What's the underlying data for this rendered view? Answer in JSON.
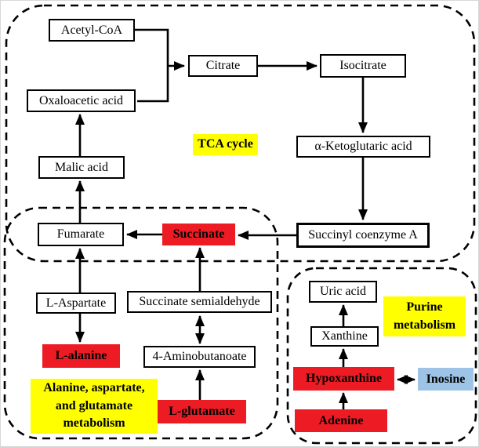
{
  "title": "Metabolic pathway diagram",
  "colors": {
    "red": "#ed1c24",
    "yellow": "#ffff00",
    "blue": "#9dc3e6",
    "black": "#000000"
  },
  "region_labels": {
    "tca": {
      "label": "TCA cycle"
    },
    "aag": {
      "label": "Alanine, aspartate,\nand glutamate\nmetabolism"
    },
    "purine": {
      "label": "Purine\nmetabolism"
    }
  },
  "nodes": {
    "acetyl_coa": {
      "label": "Acetyl-CoA",
      "highlight": "none"
    },
    "citrate": {
      "label": "Citrate",
      "highlight": "none"
    },
    "isocitrate": {
      "label": "Isocitrate",
      "highlight": "none"
    },
    "oxaloacetic_acid": {
      "label": "Oxaloacetic acid",
      "highlight": "none"
    },
    "alpha_ketoglutaric_acid": {
      "label": "α-Ketoglutaric acid",
      "highlight": "none"
    },
    "malic_acid": {
      "label": "Malic acid",
      "highlight": "none"
    },
    "fumarate": {
      "label": "Fumarate",
      "highlight": "none"
    },
    "succinate": {
      "label": "Succinate",
      "highlight": "red"
    },
    "succinyl_coenzyme_a": {
      "label": "Succinyl coenzyme A",
      "highlight": "none"
    },
    "l_aspartate": {
      "label": "L-Aspartate",
      "highlight": "none"
    },
    "succinate_semialdehyde": {
      "label": "Succinate semialdehyde",
      "highlight": "none"
    },
    "l_alanine": {
      "label": "L-alanine",
      "highlight": "red"
    },
    "four_aminobutanoate": {
      "label": "4-Aminobutanoate",
      "highlight": "none"
    },
    "l_glutamate": {
      "label": "L-glutamate",
      "highlight": "red"
    },
    "uric_acid": {
      "label": "Uric acid",
      "highlight": "none"
    },
    "xanthine": {
      "label": "Xanthine",
      "highlight": "none"
    },
    "hypoxanthine": {
      "label": "Hypoxanthine",
      "highlight": "red"
    },
    "inosine": {
      "label": "Inosine",
      "highlight": "blue"
    },
    "adenine": {
      "label": "Adenine",
      "highlight": "red"
    }
  },
  "connections": [
    {
      "from": "Acetyl-CoA",
      "to": "Citrate",
      "bidirectional": false
    },
    {
      "from": "Oxaloacetic acid",
      "to": "Citrate",
      "bidirectional": false
    },
    {
      "from": "Citrate",
      "to": "Isocitrate",
      "bidirectional": false
    },
    {
      "from": "Isocitrate",
      "to": "α-Ketoglutaric acid",
      "bidirectional": false
    },
    {
      "from": "α-Ketoglutaric acid",
      "to": "Succinyl coenzyme A",
      "bidirectional": false
    },
    {
      "from": "Succinyl coenzyme A",
      "to": "Succinate",
      "bidirectional": false
    },
    {
      "from": "Succinate",
      "to": "Fumarate",
      "bidirectional": false
    },
    {
      "from": "Fumarate",
      "to": "Malic acid",
      "bidirectional": false
    },
    {
      "from": "Malic acid",
      "to": "Oxaloacetic acid",
      "bidirectional": false
    },
    {
      "from": "L-Aspartate",
      "to": "Fumarate",
      "bidirectional": false
    },
    {
      "from": "L-Aspartate",
      "to": "L-alanine",
      "bidirectional": false
    },
    {
      "from": "Succinate semialdehyde",
      "to": "Succinate",
      "bidirectional": false
    },
    {
      "from": "Succinate semialdehyde",
      "to": "4-Aminobutanoate",
      "bidirectional": true
    },
    {
      "from": "L-glutamate",
      "to": "4-Aminobutanoate",
      "bidirectional": false
    },
    {
      "from": "Adenine",
      "to": "Hypoxanthine",
      "bidirectional": false
    },
    {
      "from": "Hypoxanthine",
      "to": "Xanthine",
      "bidirectional": false
    },
    {
      "from": "Xanthine",
      "to": "Uric acid",
      "bidirectional": false
    },
    {
      "from": "Hypoxanthine",
      "to": "Inosine",
      "bidirectional": true
    }
  ]
}
